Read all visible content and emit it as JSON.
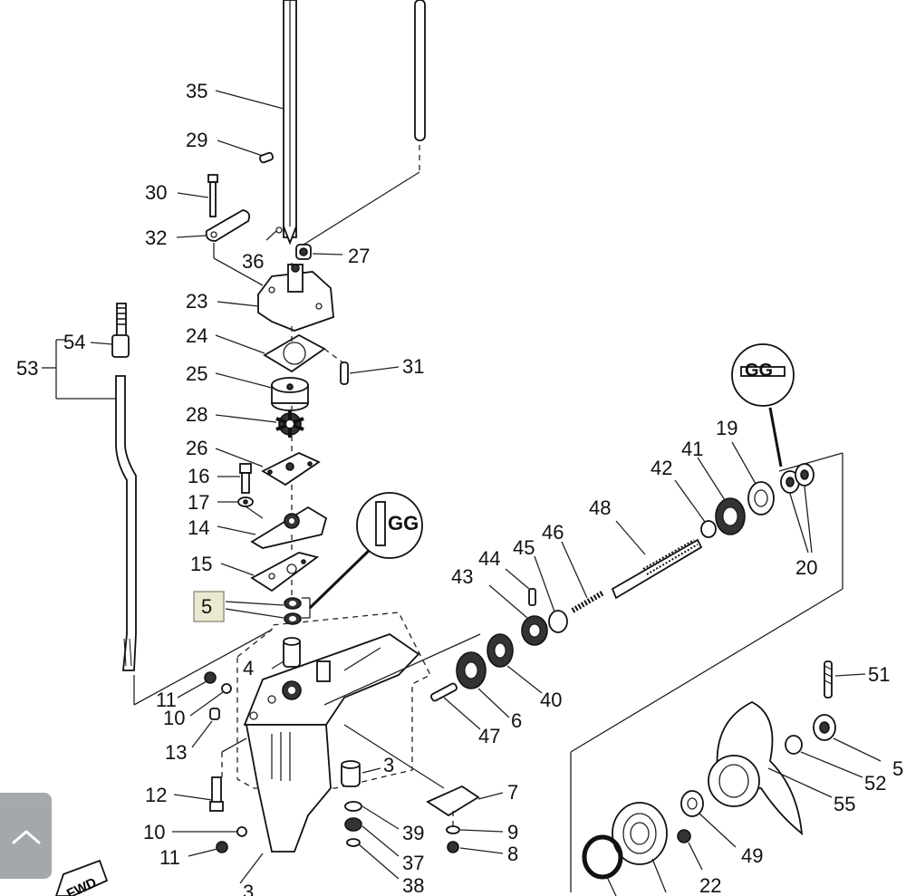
{
  "labels": {
    "p35": "35",
    "p29": "29",
    "p30": "30",
    "p32": "32",
    "p36": "36",
    "p27": "27",
    "p23": "23",
    "p24": "24",
    "p25": "25",
    "p31": "31",
    "p28": "28",
    "p26": "26",
    "p16": "16",
    "p17": "17",
    "p14": "14",
    "p15": "15",
    "p5": "5",
    "p4": "4",
    "p11a": "11",
    "p10a": "10",
    "p13": "13",
    "p12": "12",
    "p10b": "10",
    "p11b": "11",
    "p3a": "3",
    "p3b": "3",
    "p39": "39",
    "p37": "37",
    "p38": "38",
    "p7": "7",
    "p9": "9",
    "p8": "8",
    "p54": "54",
    "p53": "53",
    "p19": "19",
    "p41": "41",
    "p42": "42",
    "p48": "48",
    "p46": "46",
    "p45": "45",
    "p44": "44",
    "p43": "43",
    "p20": "20",
    "p40": "40",
    "p6": "6",
    "p47": "47",
    "p51": "51",
    "p5b": "5",
    "p52": "52",
    "p55": "55",
    "p49": "49",
    "p22": "22"
  },
  "fwd_label": "FWD",
  "grease_mark": "GG",
  "icons": {
    "scroll_top": "chevron-up-icon"
  }
}
